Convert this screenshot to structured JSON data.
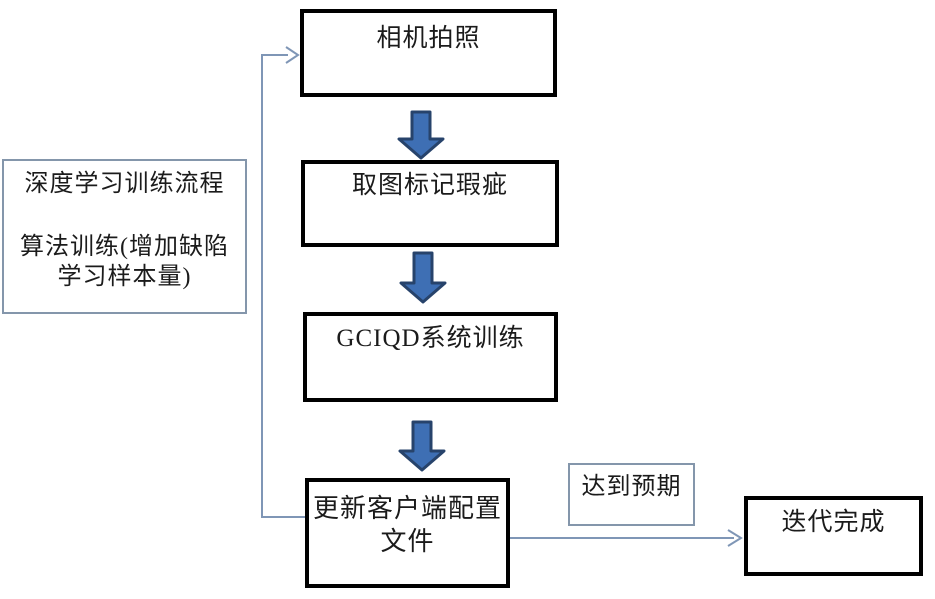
{
  "nodes": {
    "camera": {
      "label": "相机拍照"
    },
    "mark_defects": {
      "label": "取图标记瑕疵"
    },
    "system_training": {
      "label": "GCIQD系统训练"
    },
    "update_config": {
      "line1": "更新客户端配置",
      "line2": "文件"
    },
    "process_note": {
      "line1": "深度学习训练流程",
      "line2": "算法训练(增加缺陷",
      "line3": "学习样本量)"
    },
    "expectation": {
      "label": "达到预期"
    },
    "iteration_done": {
      "label": "迭代完成"
    }
  },
  "colors": {
    "background": "#ffffff",
    "text_color": "#1b1b1b",
    "thick_box_border": "#000000",
    "thin_box_border": "#8496ab",
    "connector_line": "#7f96b6",
    "block_arrow_fill": "#3e6fb4",
    "block_arrow_border": "#27436b"
  }
}
